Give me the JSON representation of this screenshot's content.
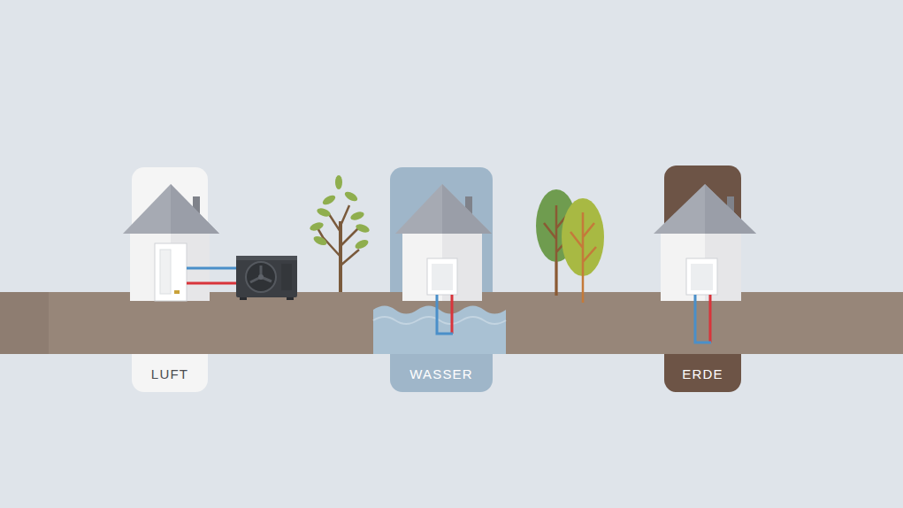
{
  "diagram": {
    "nodes": [
      {
        "text": [
          "LUFT"
        ]
      },
      {
        "text": [
          "WASSER"
        ]
      },
      {
        "text": [
          "ERDE"
        ]
      }
    ]
  }
}
